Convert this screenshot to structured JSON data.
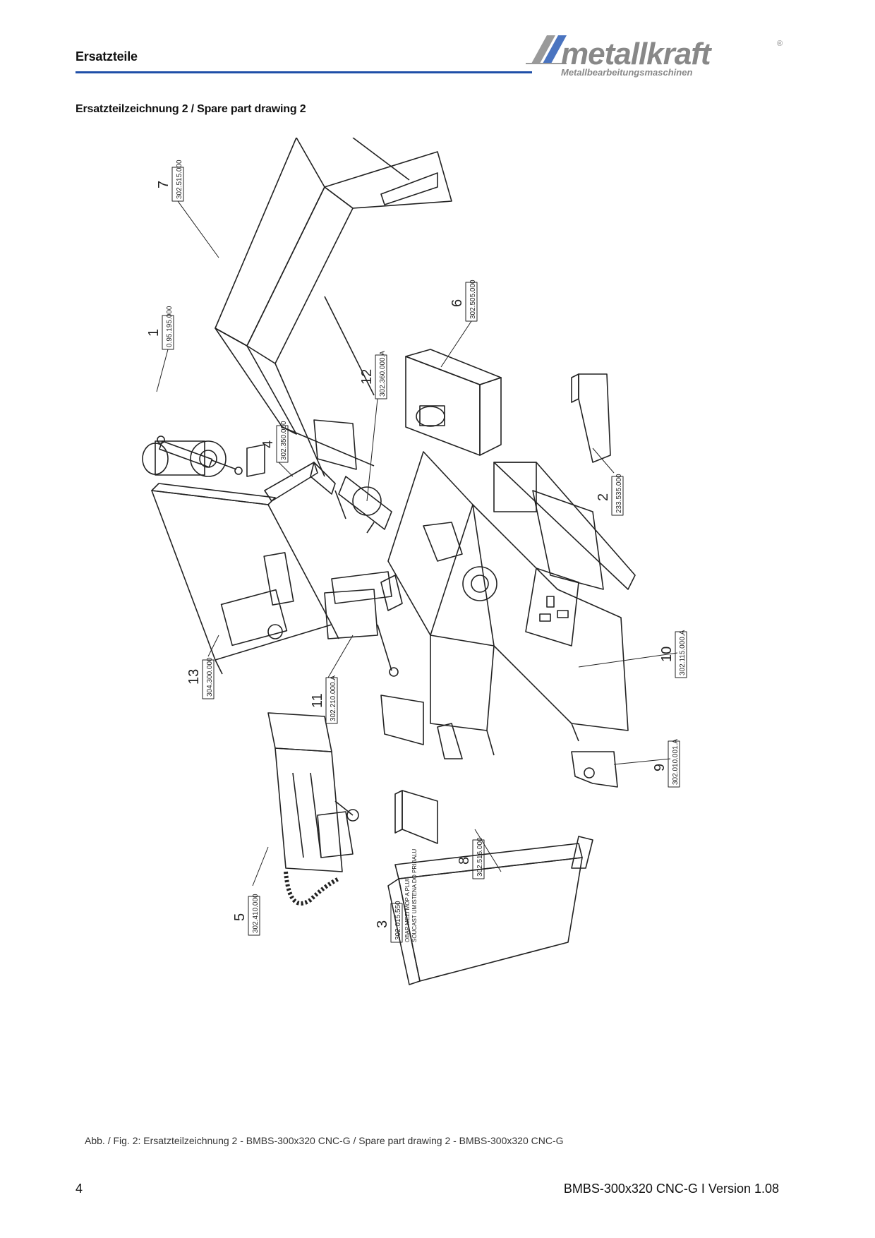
{
  "header": {
    "section": "Ersatzteile",
    "logo_name": "metallkraft",
    "logo_sub": "Metallbearbeitungsmaschinen",
    "logo_reg": "®"
  },
  "title": "Ersatzteilzeichnung 2 / Spare part drawing 2",
  "callouts": [
    {
      "num": "7",
      "code": "302.515.000"
    },
    {
      "num": "1",
      "code": "0.95.195.000"
    },
    {
      "num": "6",
      "code": "302.505.000"
    },
    {
      "num": "12",
      "code": "302.360.000.A"
    },
    {
      "num": "4",
      "code": "302.350.000"
    },
    {
      "num": "2",
      "code": "233.535.000"
    },
    {
      "num": "13",
      "code": "304.300.000"
    },
    {
      "num": "10",
      "code": "302.115.000.A"
    },
    {
      "num": "11",
      "code": "302.210.000.A"
    },
    {
      "num": "9",
      "code": "302.010.001.A"
    },
    {
      "num": "8",
      "code": "302.516.000"
    },
    {
      "num": "5",
      "code": "302.410.000"
    },
    {
      "num": "3",
      "code": "302.015.550"
    }
  ],
  "part3_note": {
    "line1": "OBAP MEZI MOP A PLUI",
    "line2": "SOUCAST UMISTENA DO PRIBALU"
  },
  "caption": "Abb. / Fig. 2: Ersatzteilzeichnung  2 - BMBS-300x320 CNC-G / Spare part drawing 2 - BMBS-300x320 CNC-G",
  "footer": {
    "page": "4",
    "doc": "BMBS-300x320 CNC-G I Version 1.08"
  },
  "colors": {
    "rule": "#1f4fa8",
    "logo": "#888888",
    "line": "#222222"
  }
}
